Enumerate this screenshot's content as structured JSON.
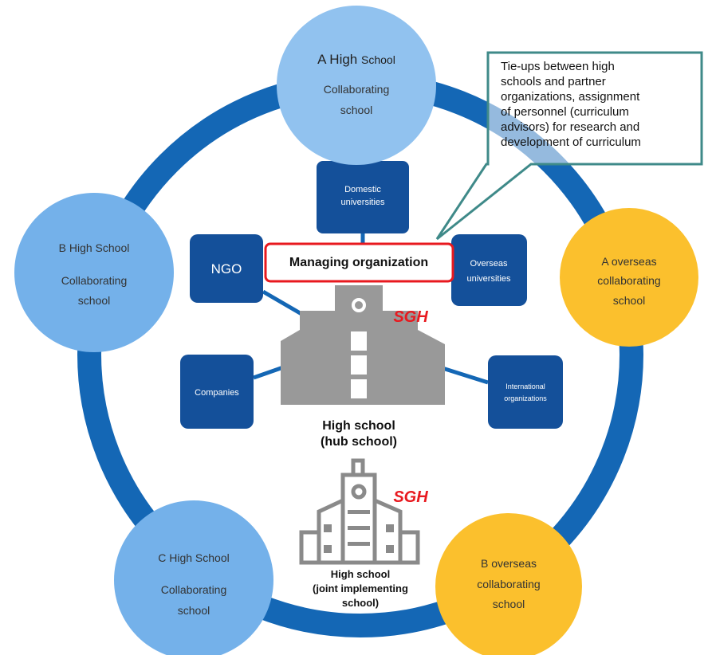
{
  "colors": {
    "ring": "#1467b5",
    "school_circle": "#74b1ea",
    "school_circle_light": "#91c2ef",
    "overseas_circle": "#fbc02d",
    "partner_box": "#14509a",
    "hub_box_border": "#e8191f",
    "callout_border": "#3f8a89",
    "building": "#999999",
    "sgh_text": "#e8191f"
  },
  "circles": {
    "a_high": {
      "line1_a": "A High",
      "line1_b": "School",
      "line2": "Collaborating",
      "line3": "school"
    },
    "b_high": {
      "line1": "B High School",
      "line2": "Collaborating",
      "line3": "school"
    },
    "c_high": {
      "line1": "C High School",
      "line2": "Collaborating",
      "line3": "school"
    },
    "a_overseas": {
      "line1": "A overseas",
      "line2": "collaborating",
      "line3": "school"
    },
    "b_overseas": {
      "line1": "B overseas",
      "line2": "collaborating",
      "line3": "school"
    }
  },
  "partners": {
    "domestic": {
      "line1": "Domestic",
      "line2": "universities"
    },
    "ngo": {
      "line1": "NGO"
    },
    "overseas": {
      "line1": "Overseas",
      "line2": "universities"
    },
    "companies": {
      "line1": "Companies"
    },
    "international": {
      "line1": "International",
      "line2": "organizations"
    }
  },
  "managing_org": "Managing organization",
  "hub_school": {
    "line1": "High school",
    "line2": "(hub school)"
  },
  "joint_school": {
    "line1": "High school",
    "line2": "(joint implementing",
    "line3": "school)"
  },
  "sgh_logo": "SGH",
  "callout": {
    "lines": [
      "Tie-ups between high",
      "schools and partner",
      "organizations, assignment",
      "of personnel (curriculum",
      "advisors) for research and",
      "development of curriculum"
    ]
  }
}
